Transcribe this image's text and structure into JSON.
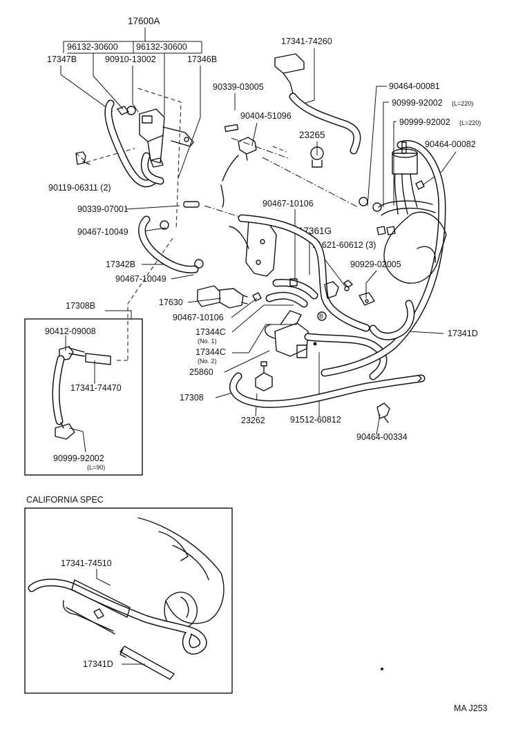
{
  "labels": {
    "p17600A": "17600A",
    "p96132a": "96132-30600",
    "p96132b": "96132-30600",
    "p17347B": "17347B",
    "p90910": "90910-13002",
    "p17346B": "17346B",
    "p17341_74260": "17341-74260",
    "p90339_03005": "90339-03005",
    "p90404": "90404-51096",
    "p23265": "23265",
    "p90464_00081": "90464-00081",
    "p90999_a": "90999-92002",
    "p90999_a_sub": "(L=220)",
    "p90999_b": "90999-92002",
    "p90999_b_sub": "(L=220)",
    "p90464_00082": "90464-00082",
    "p90119": "90119-06311 (2)",
    "p90339_07001": "90339-07001",
    "p90467_10106a": "90467-10106",
    "p90467_10049a": "90467-10049",
    "p17361G": "17361G",
    "p91621": "91621-60612 (3)",
    "p17342B": "17342B",
    "p90467_10049b": "90467-10049",
    "p90929": "90929-02005",
    "p17630": "17630",
    "p90467_10106b": "90467-10106",
    "p17308B": "17308B",
    "p17344C_1": "17344C",
    "p17344C_1_sub": "(No. 1)",
    "p17344C_2": "17344C",
    "p17344C_2_sub": "(No. 2)",
    "p17341D_main": "17341D",
    "p90412": "90412-09008",
    "p17341_74470": "17341-74470",
    "p25860": "25860",
    "p17308": "17308",
    "p23262": "23262",
    "p91512": "91512-60812",
    "p90464_00334": "90464-00334",
    "p90999_c": "90999-92002",
    "p90999_c_sub": "(L=90)",
    "marker_b": "B",
    "california_title": "CALIFORNIA  SPEC",
    "p17341_74510": "17341-74510",
    "p17341D_cal": "17341D",
    "footer_code": "MA  J253"
  }
}
